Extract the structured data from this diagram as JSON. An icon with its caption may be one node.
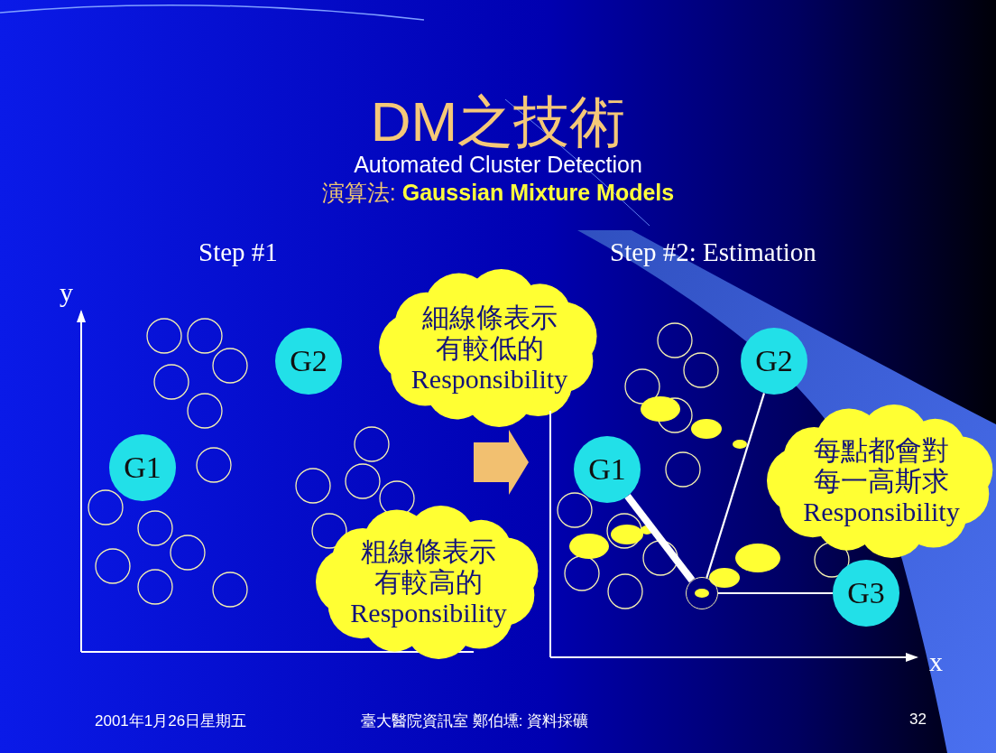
{
  "diagram": {
    "title": "DM之技術",
    "nodes": [
      {
        "text": [
          "Step #1"
        ]
      },
      {
        "text": [
          "G1"
        ],
        "in": 0
      },
      {
        "text": [
          "G2"
        ],
        "in": 0
      },
      {
        "text": [
          "細線條表示有較低的Responsibility"
        ]
      },
      {
        "text": [
          "粗線條表示有較高的Responsibility"
        ]
      },
      {
        "text": [
          "Step #2: Estimation"
        ]
      },
      {
        "text": [
          "G1"
        ],
        "in": 5
      },
      {
        "text": [
          "G2"
        ],
        "in": 5
      },
      {
        "text": [
          "每點都會對每一高斯求Responsibility"
        ]
      },
      {
        "text": [
          "G3"
        ],
        "in": 5
      },
      {
        "text": [],
        "shape": "circle",
        "in": 5
      }
    ],
    "edges": [
      {
        "from": 0,
        "to": 5,
        "arrow": "to",
        "style": "thick",
        "color": "#f2c070"
      },
      {
        "from": 6,
        "to": 10,
        "arrow": "none",
        "style": "thick"
      },
      {
        "from": 7,
        "to": 10,
        "arrow": "none"
      },
      {
        "from": 9,
        "to": 10,
        "arrow": "none"
      }
    ],
    "labels": [
      "Automated Cluster Detection",
      "演算法: **Gaussian Mixture Models**",
      "y",
      "x",
      "2001年1月26日星期五",
      "臺大醫院資訊室 鄭伯壎: 資料採礦",
      "32"
    ]
  }
}
